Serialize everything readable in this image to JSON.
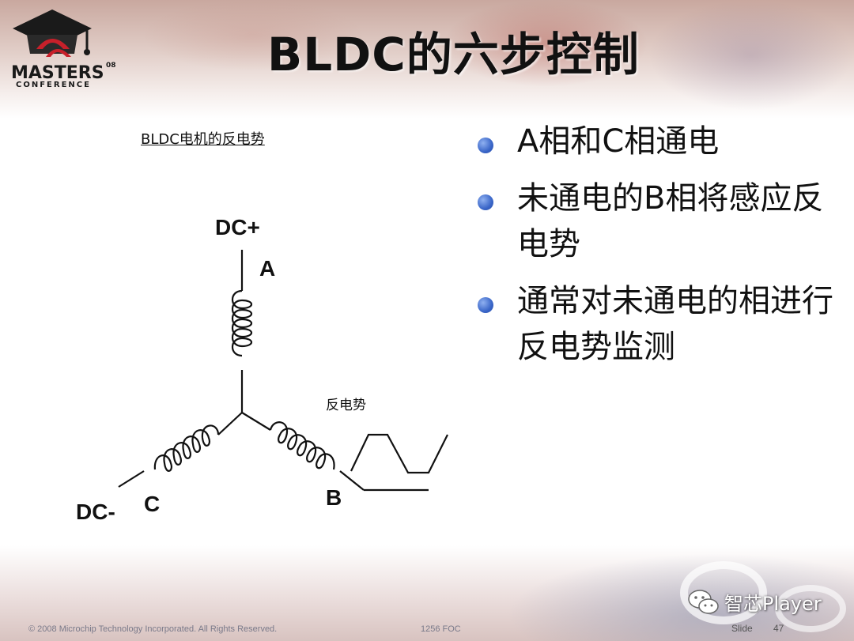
{
  "slide": {
    "title": "BLDC的六步控制",
    "logo": {
      "text": "MASTERS",
      "sub": "CONFERENCE",
      "year": "08"
    },
    "diagram": {
      "title": "BLDC电机的反电势",
      "dc_plus": "DC+",
      "dc_minus": "DC-",
      "phase_a": "A",
      "phase_b": "B",
      "phase_c": "C",
      "bemf_label": "反电势"
    },
    "bullets": [
      {
        "text": "A相和C相通电"
      },
      {
        "text": "未通电的B相将感应反电势"
      },
      {
        "text": "通常对未通电的相进行反电势监测"
      }
    ],
    "colors": {
      "bullet": "#3a66c8",
      "text": "#111111"
    }
  },
  "footer": {
    "copyright": "© 2008 Microchip Technology Incorporated. All Rights Reserved.",
    "course": "1256 FOC",
    "slide_label": "Slide",
    "slide_number": "47"
  },
  "watermark": {
    "text": "智芯Player",
    "icon": "wechat-icon"
  }
}
